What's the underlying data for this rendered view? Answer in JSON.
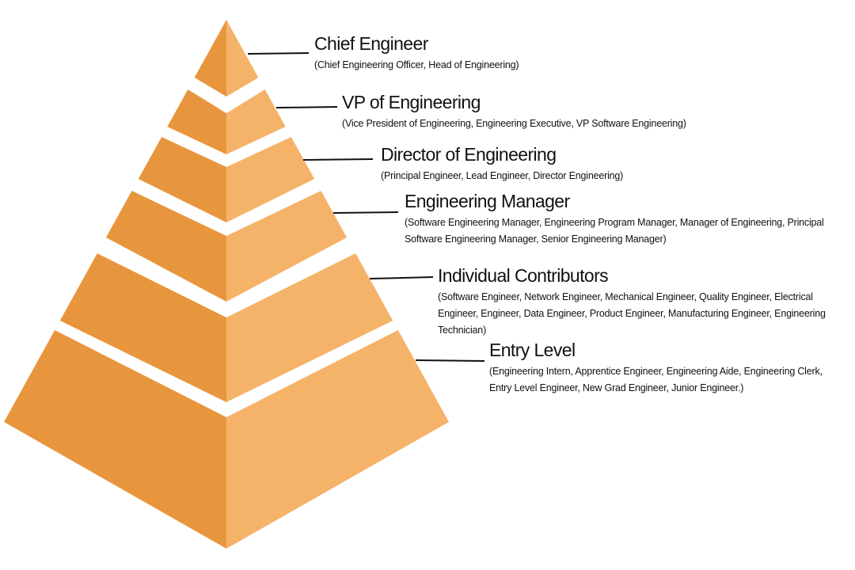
{
  "diagram": {
    "type": "pyramid",
    "colors": {
      "left_face": "#E8963D",
      "right_face": "#F5B36A",
      "connector": "#111111",
      "text": "#111111"
    },
    "levels": [
      {
        "title": "Chief Engineer",
        "description": "(Chief Engineering Officer, Head of Engineering)"
      },
      {
        "title": "VP of Engineering",
        "description": "(Vice President of Engineering, Engineering Executive, VP Software Engineering)"
      },
      {
        "title": "Director of Engineering",
        "description": "(Principal Engineer, Lead Engineer, Director Engineering)"
      },
      {
        "title": "Engineering Manager",
        "description": "(Software Engineering Manager, Engineering Program Manager, Manager of Engineering, Principal Software Engineering Manager, Senior Engineering Manager)"
      },
      {
        "title": "Individual Contributors",
        "description": "(Software Engineer, Network Engineer, Mechanical Engineer, Quality Engineer, Electrical Engineer, Engineer, Data Engineer, Product Engineer, Manufacturing Engineer, Engineering Technician)"
      },
      {
        "title": "Entry Level",
        "description": "(Engineering Intern, Apprentice Engineer, Engineering Aide, Engineering Clerk, Entry Level Engineer, New Grad Engineer, Junior  Engineer.)"
      }
    ]
  }
}
